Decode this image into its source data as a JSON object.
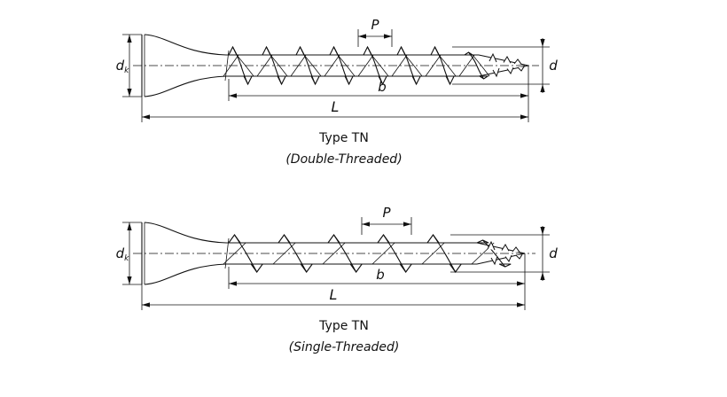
{
  "diagrams": [
    {
      "id": "double",
      "type_label": "Type TN",
      "subtitle": "(Double-Threaded)",
      "dims": {
        "pitch": "P",
        "head_diameter": "dk",
        "diameter": "d",
        "thread_length": "b",
        "length": "L"
      }
    },
    {
      "id": "single",
      "type_label": "Type TN",
      "subtitle": "(Single-Threaded)",
      "dims": {
        "pitch": "P",
        "head_diameter": "dk",
        "diameter": "d",
        "thread_length": "b",
        "length": "L"
      }
    }
  ]
}
